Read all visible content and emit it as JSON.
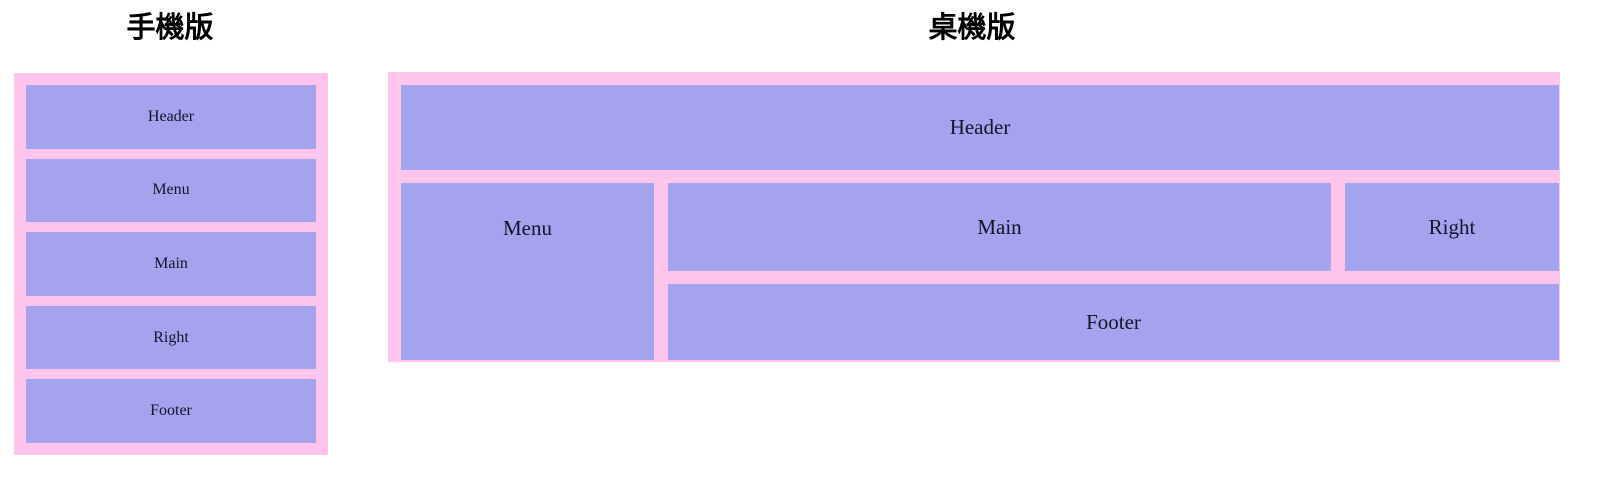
{
  "colors": {
    "container_pink": "#ffc4ec",
    "block_purple": "#a3a3ee",
    "text_dark": "#14142b",
    "title_black": "#000000",
    "page_background": "#ffffff"
  },
  "mobile": {
    "title": "手機版",
    "blocks": [
      {
        "label": "Header"
      },
      {
        "label": "Menu"
      },
      {
        "label": "Main"
      },
      {
        "label": "Right"
      },
      {
        "label": "Footer"
      }
    ]
  },
  "desktop": {
    "title": "桌機版",
    "blocks": {
      "header": "Header",
      "menu": "Menu",
      "main": "Main",
      "right": "Right",
      "footer": "Footer"
    }
  }
}
